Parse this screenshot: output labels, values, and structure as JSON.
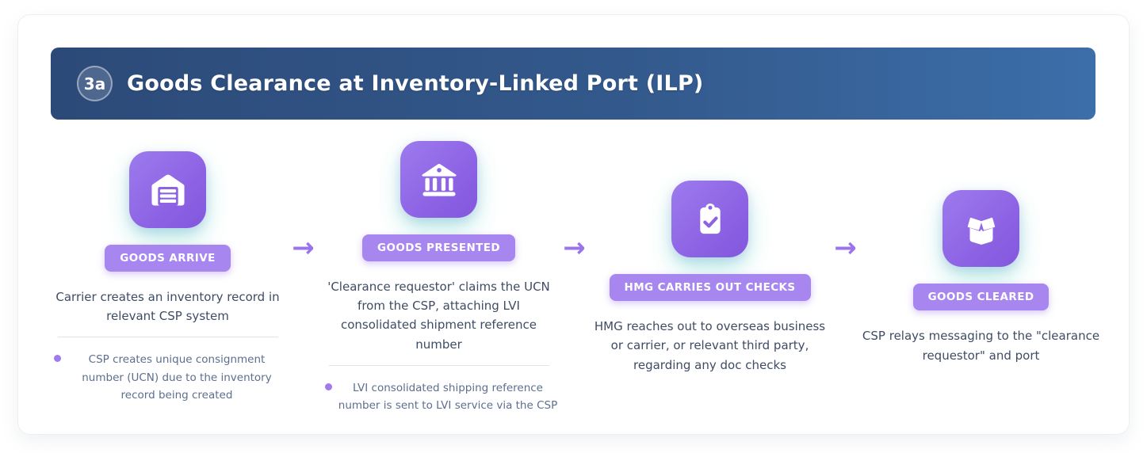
{
  "header": {
    "badge": "3a",
    "title": "Goods Clearance at Inventory-Linked Port (ILP)"
  },
  "arrow": {
    "glyph": "→"
  },
  "colors": {
    "header_gradient_start": "#2c4a78",
    "header_gradient_end": "#3c6ea9",
    "icon_tile_purple": "#8d63e4",
    "pill_purple": "#a886f0",
    "arrow_purple": "#9b74ec",
    "description_text": "#3e4c64",
    "bullet_text": "#5d6e8e"
  },
  "steps": [
    {
      "icon": "warehouse-icon",
      "label": "GOODS ARRIVE",
      "description": "Carrier creates an inventory record in relevant CSP system",
      "bullets": [
        "CSP creates unique consignment number (UCN) due to the inventory record being created"
      ]
    },
    {
      "icon": "bank-icon",
      "label": "GOODS PRESENTED",
      "description": "'Clearance requestor' claims the UCN from the CSP, attaching LVI consolidated shipment reference number",
      "bullets": [
        "LVI consolidated shipping reference number is sent to LVI service via the CSP"
      ]
    },
    {
      "icon": "clipboard-check-icon",
      "label": "HMG CARRIES OUT CHECKS",
      "description": "HMG reaches out to overseas business or carrier, or relevant third party, regarding any doc checks",
      "bullets": []
    },
    {
      "icon": "open-box-icon",
      "label": "GOODS CLEARED",
      "description": "CSP relays messaging to the \"clearance requestor\" and port",
      "bullets": []
    }
  ]
}
